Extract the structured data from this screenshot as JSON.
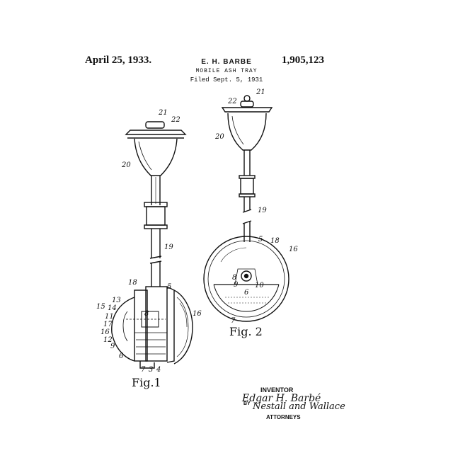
{
  "header": {
    "date": "April 25, 1933.",
    "inventor": "E. H. BARBE",
    "patent_number": "1,905,123",
    "title": "MOBILE ASH TRAY",
    "filed": "Filed Sept. 5, 1931"
  },
  "figures": {
    "fig1_label": "Fig.1",
    "fig2_label": "Fig. 2",
    "fig1_refs": [
      "21",
      "22",
      "20",
      "19",
      "18",
      "5",
      "16",
      "13",
      "15",
      "14",
      "11",
      "8",
      "17",
      "16",
      "12",
      "9",
      "6",
      "7",
      "3",
      "4"
    ],
    "fig2_refs": [
      "21",
      "22",
      "20",
      "19",
      "5",
      "18",
      "16",
      "8",
      "9",
      "10",
      "6",
      "7"
    ]
  },
  "signature": {
    "inventor_label": "INVENTOR",
    "inventor_name": "Edgar H. Barbé",
    "by_label": "BY",
    "attorneys_name": "Nestall and Wallace",
    "attorneys_label": "ATTORNEYS"
  },
  "colors": {
    "ink": "#111111",
    "paper": "#ffffff"
  }
}
